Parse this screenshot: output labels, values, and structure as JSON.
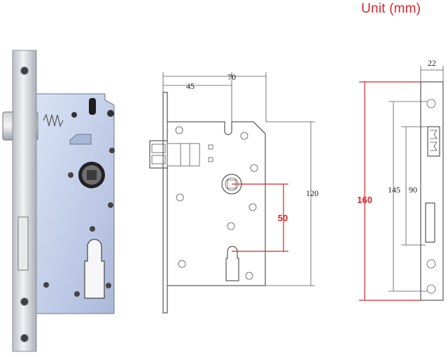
{
  "header": {
    "unit_label": "Unit (mm)"
  },
  "side_view": {
    "width_total": "70",
    "backset": "45",
    "height": "120",
    "handle_to_cylinder": "50"
  },
  "faceplate_view": {
    "width": "22",
    "faceplate_length": "160",
    "screw_spacing": "145",
    "latch_to_deadbolt": "90"
  },
  "colors": {
    "accent": "#d8262b",
    "line": "#333333",
    "steel": "#dfe2e8",
    "lock_body": "#c7d3ec"
  }
}
